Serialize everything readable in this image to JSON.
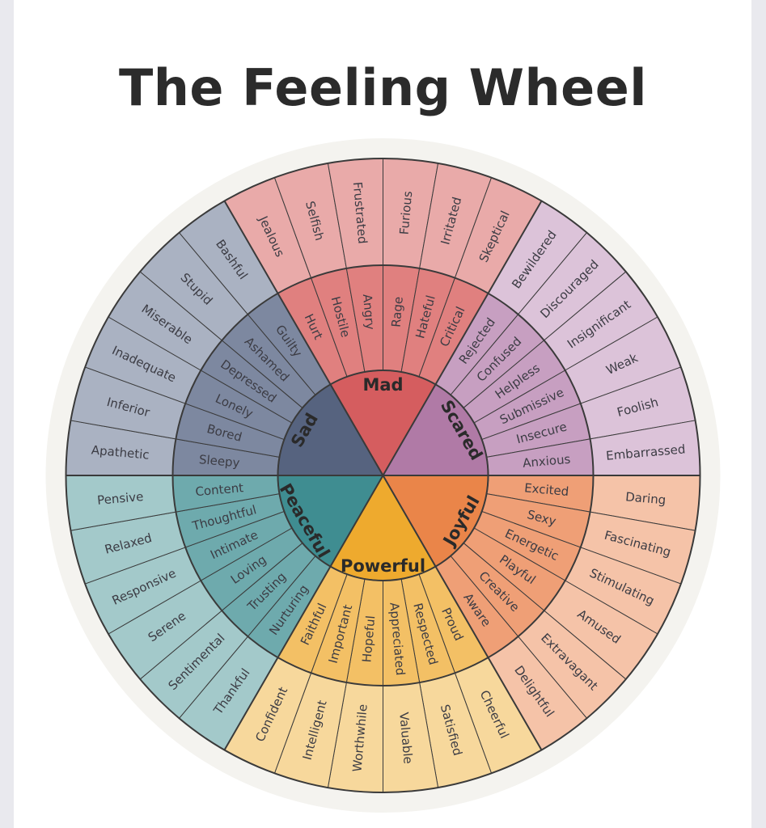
{
  "title": "The Feeling Wheel",
  "wheel": {
    "halo_color": "#f4f3ef",
    "line_color": "#3a3a3a",
    "categories": [
      {
        "name": "Mad",
        "core_color": "#d55d5f",
        "secondary_color": "#e0807f",
        "tertiary_color": "#e9aaa9",
        "secondary": [
          "Hurt",
          "Hostile",
          "Angry",
          "Rage",
          "Hateful",
          "Critical"
        ],
        "tertiary": [
          "Jealous",
          "Selfish",
          "Frustrated",
          "Furious",
          "Irritated",
          "Skeptical"
        ]
      },
      {
        "name": "Scared",
        "core_color": "#b07aa6",
        "secondary_color": "#c79fc1",
        "tertiary_color": "#dcc3d9",
        "secondary": [
          "Rejected",
          "Confused",
          "Helpless",
          "Submissive",
          "Insecure",
          "Anxious"
        ],
        "tertiary": [
          "Bewildered",
          "Discouraged",
          "Insignificant",
          "Weak",
          "Foolish",
          "Embarrassed"
        ]
      },
      {
        "name": "Joyful",
        "core_color": "#ea8549",
        "secondary_color": "#ef9f76",
        "tertiary_color": "#f5c3a8",
        "secondary": [
          "Excited",
          "Sexy",
          "Energetic",
          "Playful",
          "Creative",
          "Aware"
        ],
        "tertiary": [
          "Daring",
          "Fascinating",
          "Stimulating",
          "Amused",
          "Extravagant",
          "Delightful"
        ]
      },
      {
        "name": "Powerful",
        "core_color": "#eeaa2e",
        "secondary_color": "#f3c065",
        "tertiary_color": "#f7d89c",
        "secondary": [
          "Proud",
          "Respected",
          "Appreciated",
          "Hopeful",
          "Important",
          "Faithful"
        ],
        "tertiary": [
          "Cheerful",
          "Satisfied",
          "Valuable",
          "Worthwhile",
          "Intelligent",
          "Confident"
        ]
      },
      {
        "name": "Peaceful",
        "core_color": "#3f8d91",
        "secondary_color": "#6eaaad",
        "tertiary_color": "#a3c9ca",
        "secondary": [
          "Nurturing",
          "Trusting",
          "Loving",
          "Intimate",
          "Thoughtful",
          "Content"
        ],
        "tertiary": [
          "Thankful",
          "Sentimental",
          "Serene",
          "Responsive",
          "Relaxed",
          "Pensive"
        ]
      },
      {
        "name": "Sad",
        "core_color": "#56637f",
        "secondary_color": "#7d88a0",
        "tertiary_color": "#aab2c2",
        "secondary": [
          "Sleepy",
          "Bored",
          "Lonely",
          "Depressed",
          "Ashamed",
          "Guilty"
        ],
        "tertiary": [
          "Apathetic",
          "Inferior",
          "Inadequate",
          "Miserable",
          "Stupid",
          "Bashful"
        ]
      }
    ]
  }
}
